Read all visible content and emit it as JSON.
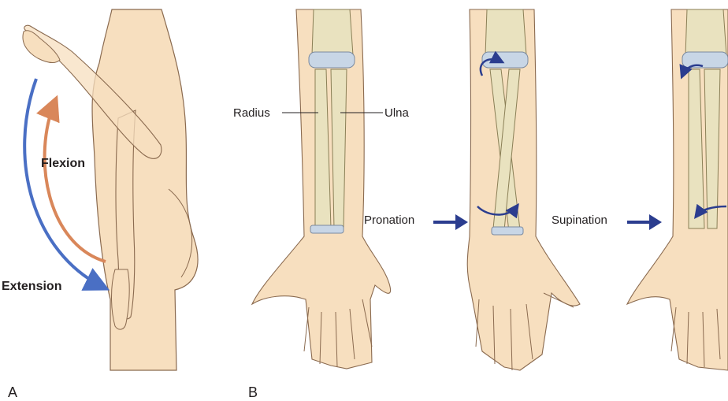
{
  "panels": {
    "a": {
      "letter": "A",
      "flexion": "Flexion",
      "extension": "Extension"
    },
    "b": {
      "letter": "B",
      "radius": "Radius",
      "ulna": "Ulna",
      "pronation": "Pronation",
      "supination": "Supination"
    }
  },
  "colors": {
    "skin": "#f7dfbf",
    "skin_outline": "#8a6a4f",
    "bone": "#e9e2bf",
    "bone_shadow": "#c9bf95",
    "cartilage": "#c8d6e6",
    "extension_arrow": "#4a6fc4",
    "flexion_arrow": "#d9875a",
    "action_arrow": "#2b3d8f"
  }
}
